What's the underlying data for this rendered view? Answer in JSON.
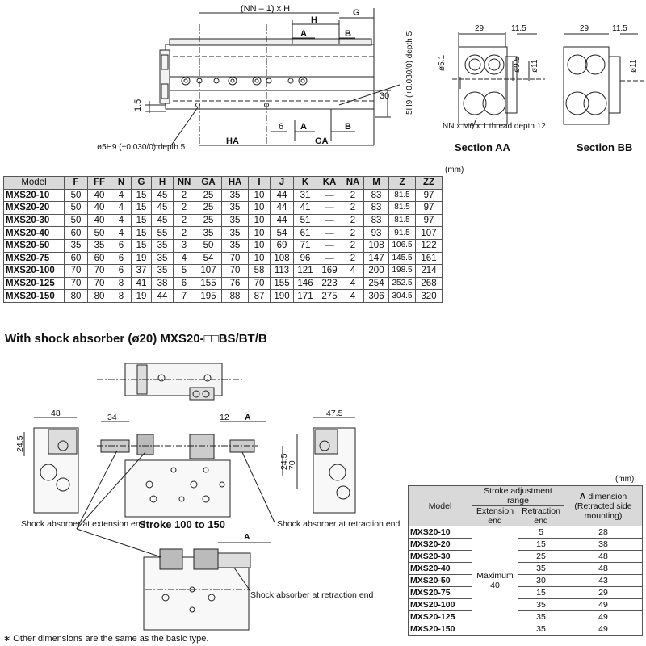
{
  "top_drawing": {
    "dims": {
      "nn_h": "(NN – 1) x H",
      "h": "H",
      "g": "G",
      "a": "A",
      "b": "B",
      "six": "6",
      "ha": "HA",
      "ga": "GA",
      "one_five": "1.5",
      "thirty": "30",
      "hole_left": "ø5H9 (+0.030/0) depth 5",
      "hole_right": "5H9 (+0.030/0) depth 5"
    },
    "section_aa": {
      "caption": "Section AA",
      "d29": "29",
      "d115": "11.5",
      "d51": "ø5.1",
      "d95": "ø9.5",
      "d11": "ø11",
      "thread": "NN x M6 x 1 thread depth 12"
    },
    "section_bb": {
      "caption": "Section BB",
      "d29": "29",
      "d115": "11.5",
      "d11": "ø11"
    }
  },
  "spec_table": {
    "unit": "(mm)",
    "headers": [
      "Model",
      "F",
      "FF",
      "N",
      "G",
      "H",
      "NN",
      "GA",
      "HA",
      "I",
      "J",
      "K",
      "KA",
      "NA",
      "M",
      "Z",
      "ZZ"
    ],
    "rows": [
      [
        "MXS20-10",
        "50",
        "40",
        "4",
        "15",
        "45",
        "2",
        "25",
        "35",
        "10",
        "44",
        "31",
        "—",
        "2",
        "83",
        "81.5",
        "97"
      ],
      [
        "MXS20-20",
        "50",
        "40",
        "4",
        "15",
        "45",
        "2",
        "25",
        "35",
        "10",
        "44",
        "41",
        "—",
        "2",
        "83",
        "81.5",
        "97"
      ],
      [
        "MXS20-30",
        "50",
        "40",
        "4",
        "15",
        "45",
        "2",
        "25",
        "35",
        "10",
        "44",
        "51",
        "—",
        "2",
        "83",
        "81.5",
        "97"
      ],
      [
        "MXS20-40",
        "60",
        "50",
        "4",
        "15",
        "55",
        "2",
        "35",
        "35",
        "10",
        "54",
        "61",
        "—",
        "2",
        "93",
        "91.5",
        "107"
      ],
      [
        "MXS20-50",
        "35",
        "35",
        "6",
        "15",
        "35",
        "3",
        "50",
        "35",
        "10",
        "69",
        "71",
        "—",
        "2",
        "108",
        "106.5",
        "122"
      ],
      [
        "MXS20-75",
        "60",
        "60",
        "6",
        "19",
        "35",
        "4",
        "54",
        "70",
        "10",
        "108",
        "96",
        "—",
        "2",
        "147",
        "145.5",
        "161"
      ],
      [
        "MXS20-100",
        "70",
        "70",
        "6",
        "37",
        "35",
        "5",
        "107",
        "70",
        "58",
        "113",
        "121",
        "169",
        "4",
        "200",
        "198.5",
        "214"
      ],
      [
        "MXS20-125",
        "70",
        "70",
        "8",
        "41",
        "38",
        "6",
        "155",
        "76",
        "70",
        "155",
        "146",
        "223",
        "4",
        "254",
        "252.5",
        "268"
      ],
      [
        "MXS20-150",
        "80",
        "80",
        "8",
        "19",
        "44",
        "7",
        "195",
        "88",
        "87",
        "190",
        "171",
        "275",
        "4",
        "306",
        "304.5",
        "320"
      ]
    ]
  },
  "shock_heading": "With shock absorber (ø20) MXS20-□□BS/BT/B",
  "shock_drawing": {
    "d48": "48",
    "d245_left": "24.5",
    "d34": "34",
    "d12": "12",
    "a1": "A",
    "d475": "47.5",
    "d245_mid": "24.5",
    "d70": "70",
    "a2": "A",
    "label_ext": "Shock absorber at extension end",
    "label_ret1": "Shock absorber at retraction end",
    "label_ret2": "Shock absorber at retraction end",
    "stroke_caption": "Stroke 100 to 150"
  },
  "shock_table": {
    "unit": "(mm)",
    "header_model": "Model",
    "header_range": "Stroke adjustment range",
    "header_ext": "Extension end",
    "header_ret": "Retraction end",
    "header_adim_bold": "A",
    "header_adim": "dimension (Retracted side mounting)",
    "ext_value": "Maximum 40",
    "rows": [
      [
        "MXS20-10",
        "5",
        "28"
      ],
      [
        "MXS20-20",
        "15",
        "38"
      ],
      [
        "MXS20-30",
        "25",
        "48"
      ],
      [
        "MXS20-40",
        "35",
        "48"
      ],
      [
        "MXS20-50",
        "30",
        "43"
      ],
      [
        "MXS20-75",
        "15",
        "29"
      ],
      [
        "MXS20-100",
        "35",
        "49"
      ],
      [
        "MXS20-125",
        "35",
        "49"
      ],
      [
        "MXS20-150",
        "35",
        "49"
      ]
    ]
  },
  "footnote": "∗ Other dimensions are the same as the basic type."
}
